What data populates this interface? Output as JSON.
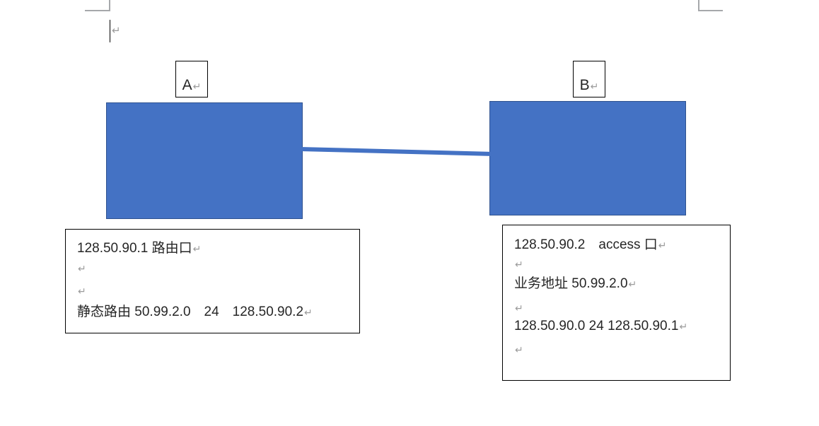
{
  "document": {
    "type": "word-processor-page",
    "background_color": "#ffffff",
    "margin_mark_color": "#a6a8ab"
  },
  "cursor": {
    "pilcrow": "↵"
  },
  "shapes": {
    "fill_color": "#4472c4",
    "border_color": "#2f528f",
    "connector_color": "#4472c4"
  },
  "labels": [
    {
      "name": "A",
      "text": "A",
      "pilcrow": "↵"
    },
    {
      "name": "B",
      "text": "B",
      "pilcrow": "↵"
    }
  ],
  "devices": [
    {
      "name": "device-a",
      "label": "A"
    },
    {
      "name": "device-b",
      "label": "B"
    }
  ],
  "notes": {
    "left": {
      "lines": [
        {
          "text": "128.50.90.1 路由口",
          "pilcrow": "↵"
        },
        {
          "text": "",
          "pilcrow": "↵"
        },
        {
          "text": "",
          "pilcrow": "↵"
        },
        {
          "text": "静态路由 50.99.2.0　24　128.50.90.2",
          "pilcrow": "↵"
        }
      ]
    },
    "right": {
      "lines": [
        {
          "text": "128.50.90.2　access 口",
          "pilcrow": "↵"
        },
        {
          "text": "",
          "pilcrow": "↵"
        },
        {
          "text": "业务地址 50.99.2.0",
          "pilcrow": "↵"
        },
        {
          "text": "",
          "pilcrow": "↵"
        },
        {
          "text": "128.50.90.0 24 128.50.90.1",
          "pilcrow": "↵"
        },
        {
          "text": "",
          "pilcrow": "↵"
        }
      ]
    }
  }
}
